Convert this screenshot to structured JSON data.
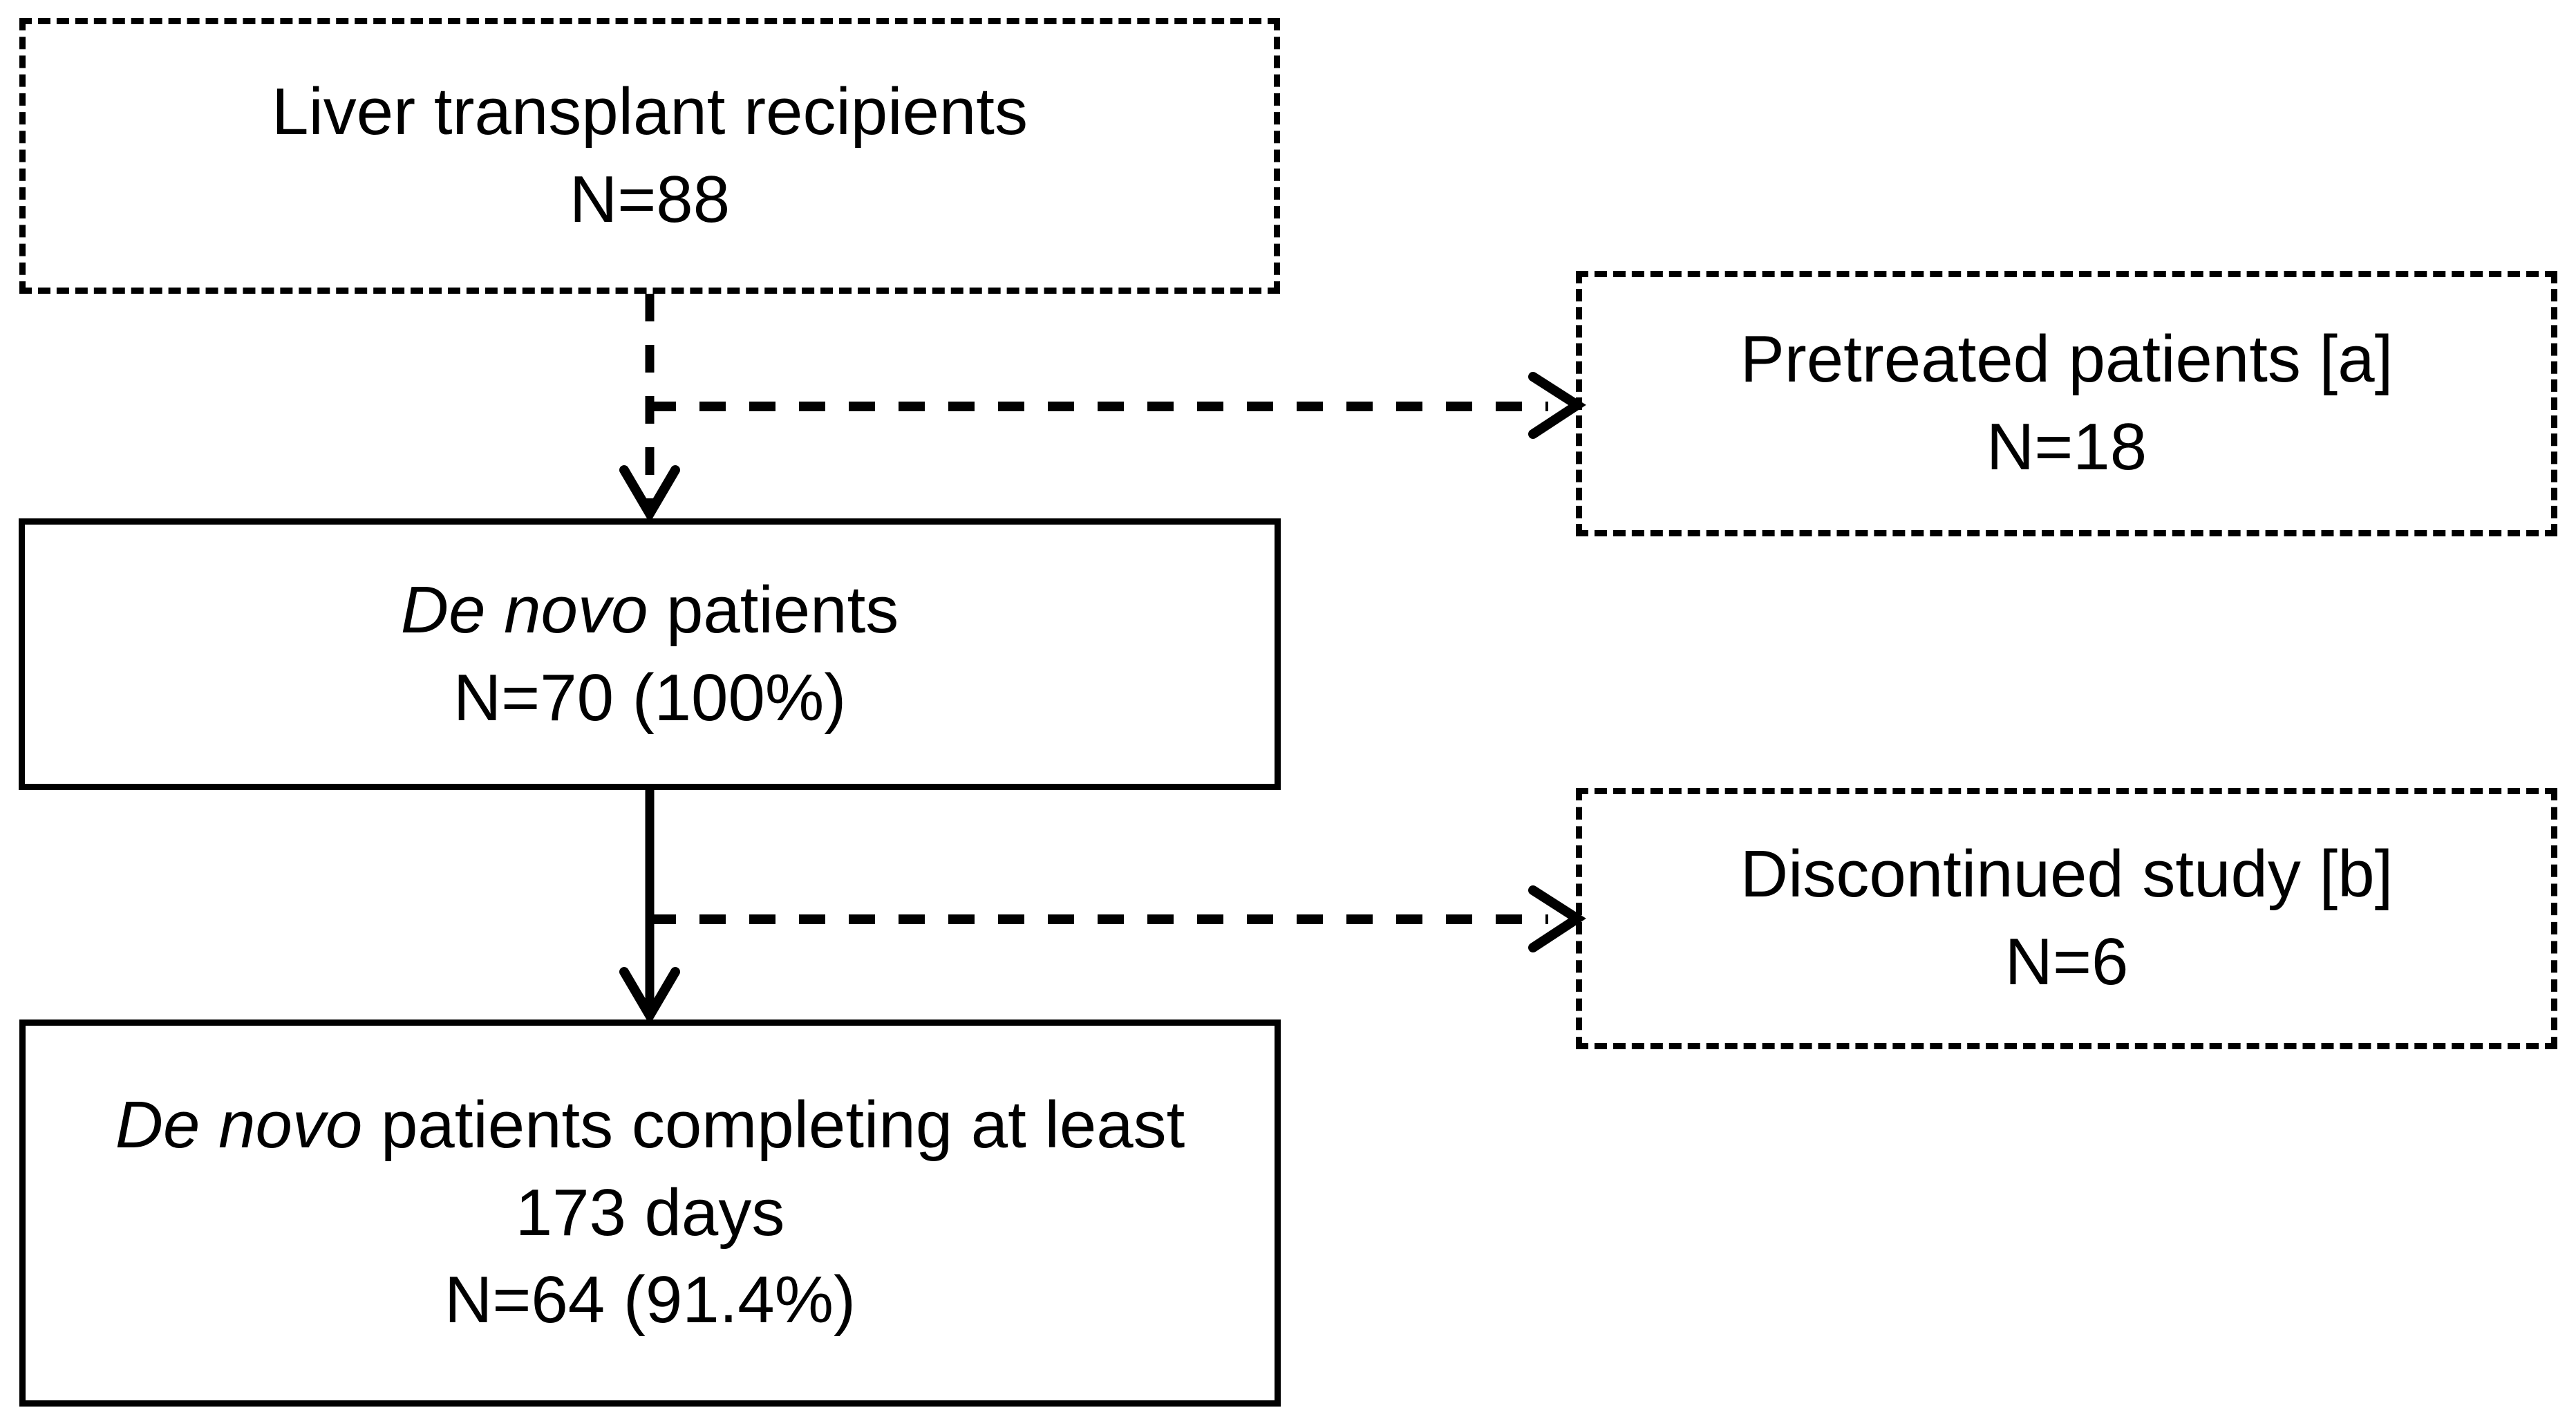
{
  "diagram": {
    "type": "patient-flow-chart",
    "orientation": "top-to-bottom",
    "stroke_color": "#000000",
    "background_color": "#ffffff",
    "nodes": [
      {
        "id": "liver-transplant-recipients",
        "border": "dashed",
        "line1": "Liver transplant recipients",
        "line2": "N=88"
      },
      {
        "id": "de-novo-patients",
        "border": "solid",
        "line1_italic": "De novo",
        "line1_rest": " patients",
        "line2": "N=70 (100%)"
      },
      {
        "id": "de-novo-completing",
        "border": "solid",
        "line1_italic": "De novo",
        "line1_rest": " patients completing at least 173 days",
        "line2": "N=64 (91.4%)"
      },
      {
        "id": "pretreated-patients",
        "border": "dashed",
        "line1": "Pretreated patients [a]",
        "line2": "N=18"
      },
      {
        "id": "discontinued-study",
        "border": "dashed",
        "line1": "Discontinued study [b]",
        "line2": "N=6"
      }
    ],
    "edges": [
      {
        "id": "edge-recipients-to-de-novo",
        "from": "liver-transplant-recipients",
        "to": "de-novo-patients",
        "style": "dashed",
        "arrow": "open-v-down"
      },
      {
        "id": "edge-branch-pretreated",
        "from": "liver-transplant-recipients",
        "to": "pretreated-patients",
        "style": "dashed",
        "arrow": "open-chevron-right"
      },
      {
        "id": "edge-de-novo-to-completing",
        "from": "de-novo-patients",
        "to": "de-novo-completing",
        "style": "solid",
        "arrow": "open-v-down"
      },
      {
        "id": "edge-branch-discontinued",
        "from": "de-novo-patients",
        "to": "discontinued-study",
        "style": "dashed",
        "arrow": "open-chevron-right"
      }
    ],
    "counts": {
      "total_recipients": 88,
      "pretreated": 18,
      "de_novo": 70,
      "de_novo_percent": "100%",
      "discontinued": 6,
      "completing_173_days": 64,
      "completing_percent": "91.4%"
    }
  }
}
